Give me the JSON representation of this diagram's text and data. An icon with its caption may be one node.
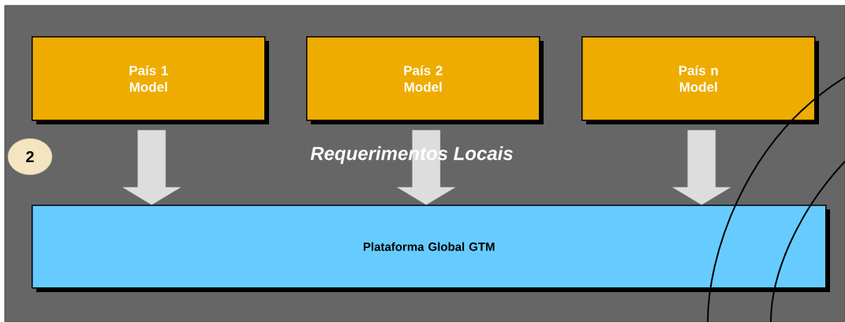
{
  "diagram": {
    "nodes": [
      {
        "text": [
          "País 1 Model"
        ]
      },
      {
        "text": [
          "País 2 Model"
        ]
      },
      {
        "text": [
          "País n Model"
        ]
      },
      {
        "text": [
          "Plataforma Global GTM"
        ]
      },
      {
        "text": [
          "2"
        ]
      }
    ],
    "edges": [
      {
        "from": 0,
        "to": 3,
        "arrow": "to"
      },
      {
        "from": 1,
        "to": 3,
        "arrow": "to"
      },
      {
        "from": 2,
        "to": 3,
        "arrow": "to"
      }
    ],
    "labels": [
      "Requerimentos Locais"
    ]
  }
}
